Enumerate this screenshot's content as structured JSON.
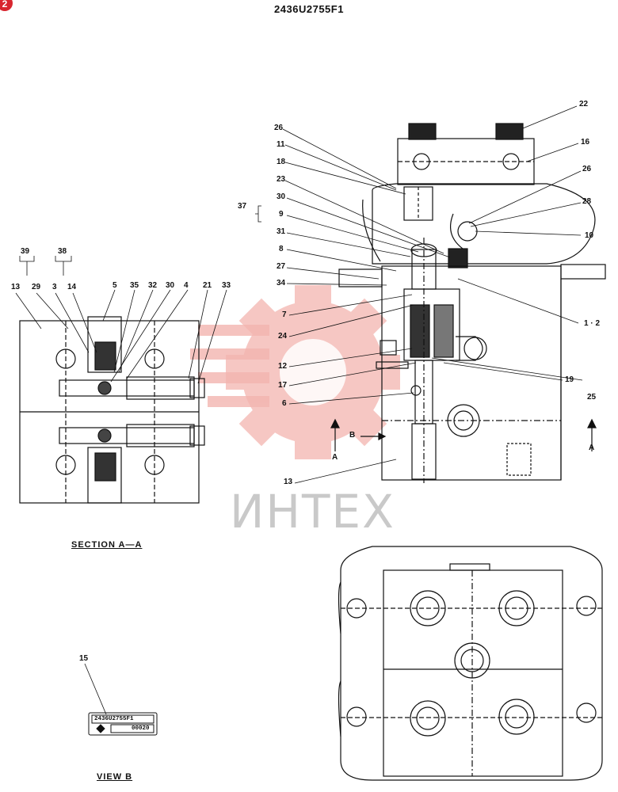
{
  "header": {
    "badge": "2",
    "part_number": "2436U2755F1"
  },
  "watermark": {
    "text": "ИНТЕХ",
    "color": "#e8463c"
  },
  "main_view_labels": {
    "l26a": "26",
    "l11": "11",
    "l18": "18",
    "l23": "23",
    "l37": "37",
    "l30": "30",
    "l9": "9",
    "l31": "31",
    "l8": "8",
    "l27": "27",
    "l34": "34",
    "l7": "7",
    "l24": "24",
    "l12": "12",
    "l17": "17",
    "l6": "6",
    "l13": "13",
    "l22": "22",
    "l16": "16",
    "l26b": "26",
    "l28": "28",
    "l10": "10",
    "l12b": "1 · 2",
    "l19": "19",
    "l25": "25",
    "arrowB": "B",
    "arrowA1": "A",
    "arrowA2": "A"
  },
  "section_labels": {
    "l39": "39",
    "l38": "38",
    "l13": "13",
    "l29": "29",
    "l3": "3",
    "l14": "14",
    "l5": "5",
    "l35": "35",
    "l32": "32",
    "l30": "30",
    "l4": "4",
    "l21": "21",
    "l33": "33"
  },
  "captions": {
    "section": "SECTION  A—A",
    "view": "VIEW  B"
  },
  "plate": {
    "label": "15",
    "line1": "2436U2755F1",
    "line2": "00020"
  }
}
